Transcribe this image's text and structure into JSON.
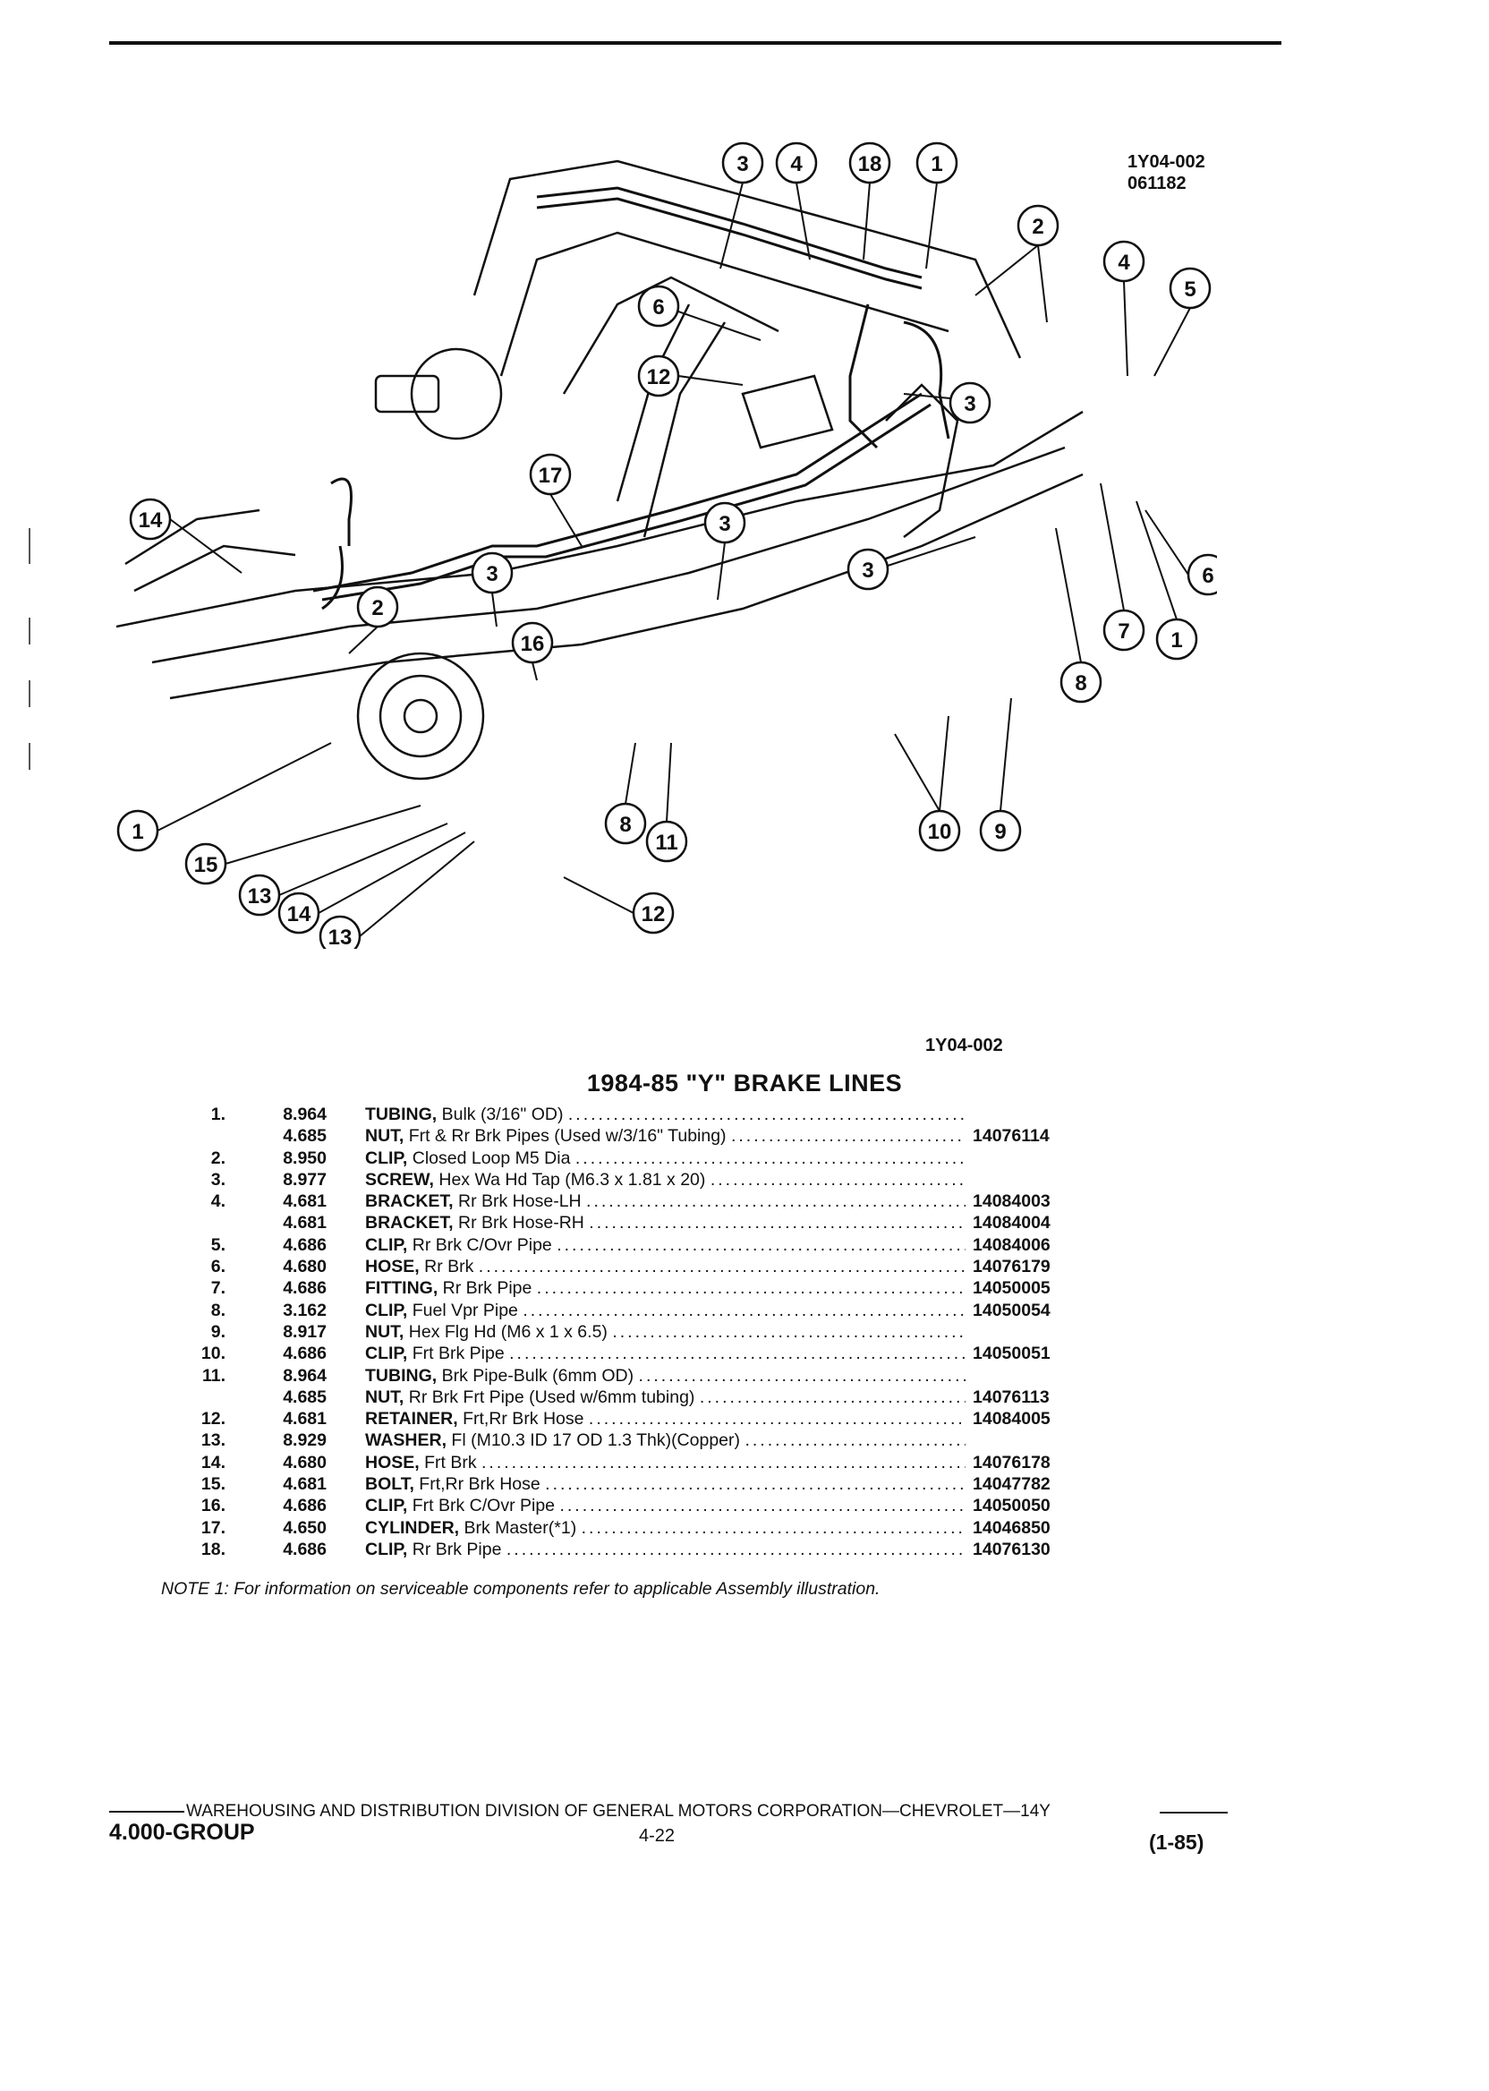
{
  "diagram": {
    "code_top": "1Y04-002",
    "date_code": "061182",
    "code_bottom": "1Y04-002",
    "callouts": [
      "1",
      "2",
      "3",
      "4",
      "5",
      "6",
      "8",
      "9",
      "10",
      "11",
      "12",
      "13",
      "14",
      "15",
      "16",
      "17",
      "18"
    ]
  },
  "title": "1984-85 \"Y\" BRAKE LINES",
  "parts": [
    {
      "idx": "1.",
      "group": "8.964",
      "name": "TUBING,",
      "desc": "Bulk (3/16\" OD)",
      "part": ""
    },
    {
      "idx": "",
      "group": "4.685",
      "name": "NUT,",
      "desc": "Frt & Rr Brk Pipes (Used w/3/16\" Tubing)",
      "part": "14076114"
    },
    {
      "idx": "2.",
      "group": "8.950",
      "name": "CLIP,",
      "desc": "Closed Loop M5 Dia",
      "part": ""
    },
    {
      "idx": "3.",
      "group": "8.977",
      "name": "SCREW,",
      "desc": "Hex Wa Hd Tap (M6.3 x 1.81 x 20)",
      "part": ""
    },
    {
      "idx": "4.",
      "group": "4.681",
      "name": "BRACKET,",
      "desc": "Rr Brk Hose-LH",
      "part": "14084003"
    },
    {
      "idx": "",
      "group": "4.681",
      "name": "BRACKET,",
      "desc": "Rr Brk Hose-RH",
      "part": "14084004"
    },
    {
      "idx": "5.",
      "group": "4.686",
      "name": "CLIP,",
      "desc": "Rr Brk C/Ovr Pipe",
      "part": "14084006"
    },
    {
      "idx": "6.",
      "group": "4.680",
      "name": "HOSE,",
      "desc": "Rr Brk",
      "part": "14076179"
    },
    {
      "idx": "7.",
      "group": "4.686",
      "name": "FITTING,",
      "desc": "Rr Brk Pipe",
      "part": "14050005"
    },
    {
      "idx": "8.",
      "group": "3.162",
      "name": "CLIP,",
      "desc": "Fuel Vpr Pipe",
      "part": "14050054"
    },
    {
      "idx": "9.",
      "group": "8.917",
      "name": "NUT,",
      "desc": "Hex Flg Hd (M6 x 1 x 6.5)",
      "part": ""
    },
    {
      "idx": "10.",
      "group": "4.686",
      "name": "CLIP,",
      "desc": "Frt Brk Pipe",
      "part": "14050051"
    },
    {
      "idx": "11.",
      "group": "8.964",
      "name": "TUBING,",
      "desc": "Brk Pipe-Bulk (6mm OD)",
      "part": ""
    },
    {
      "idx": "",
      "group": "4.685",
      "name": "NUT,",
      "desc": "Rr Brk Frt Pipe (Used w/6mm tubing)",
      "part": "14076113"
    },
    {
      "idx": "12.",
      "group": "4.681",
      "name": "RETAINER,",
      "desc": "Frt,Rr Brk Hose",
      "part": "14084005"
    },
    {
      "idx": "13.",
      "group": "8.929",
      "name": "WASHER,",
      "desc": "Fl (M10.3 ID 17 OD 1.3 Thk)(Copper)",
      "part": ""
    },
    {
      "idx": "14.",
      "group": "4.680",
      "name": "HOSE,",
      "desc": "Frt Brk",
      "part": "14076178"
    },
    {
      "idx": "15.",
      "group": "4.681",
      "name": "BOLT,",
      "desc": "Frt,Rr Brk Hose",
      "part": "14047782"
    },
    {
      "idx": "16.",
      "group": "4.686",
      "name": "CLIP,",
      "desc": "Frt Brk C/Ovr Pipe",
      "part": "14050050"
    },
    {
      "idx": "17.",
      "group": "4.650",
      "name": "CYLINDER,",
      "desc": "Brk Master(*1)",
      "part": "14046850"
    },
    {
      "idx": "18.",
      "group": "4.686",
      "name": "CLIP,",
      "desc": "Rr Brk Pipe",
      "part": "14076130"
    }
  ],
  "note": "NOTE 1: For information on serviceable components refer to applicable Assembly illustration.",
  "footer": {
    "division": "WAREHOUSING AND DISTRIBUTION DIVISION OF GENERAL MOTORS CORPORATION—CHEVROLET—14Y",
    "group": "4.000-GROUP",
    "page": "4-22",
    "date": "(1-85)"
  }
}
